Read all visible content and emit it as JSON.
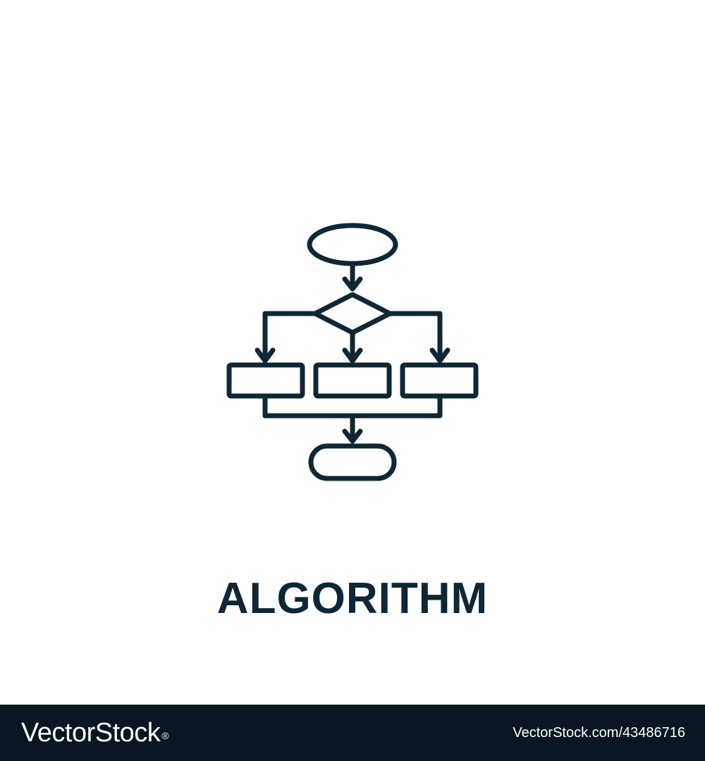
{
  "caption": "ALGORITHM",
  "icon_name": "flowchart-icon",
  "colors": {
    "icon_stroke": "#0f2734",
    "background": "#ffffff",
    "footer_background": "#0b1624",
    "footer_text": "#ffffff"
  },
  "footer": {
    "brand_logo": "VectorStock",
    "brand_mark": "®",
    "image_ref": "VectorStock.com/43486716"
  }
}
